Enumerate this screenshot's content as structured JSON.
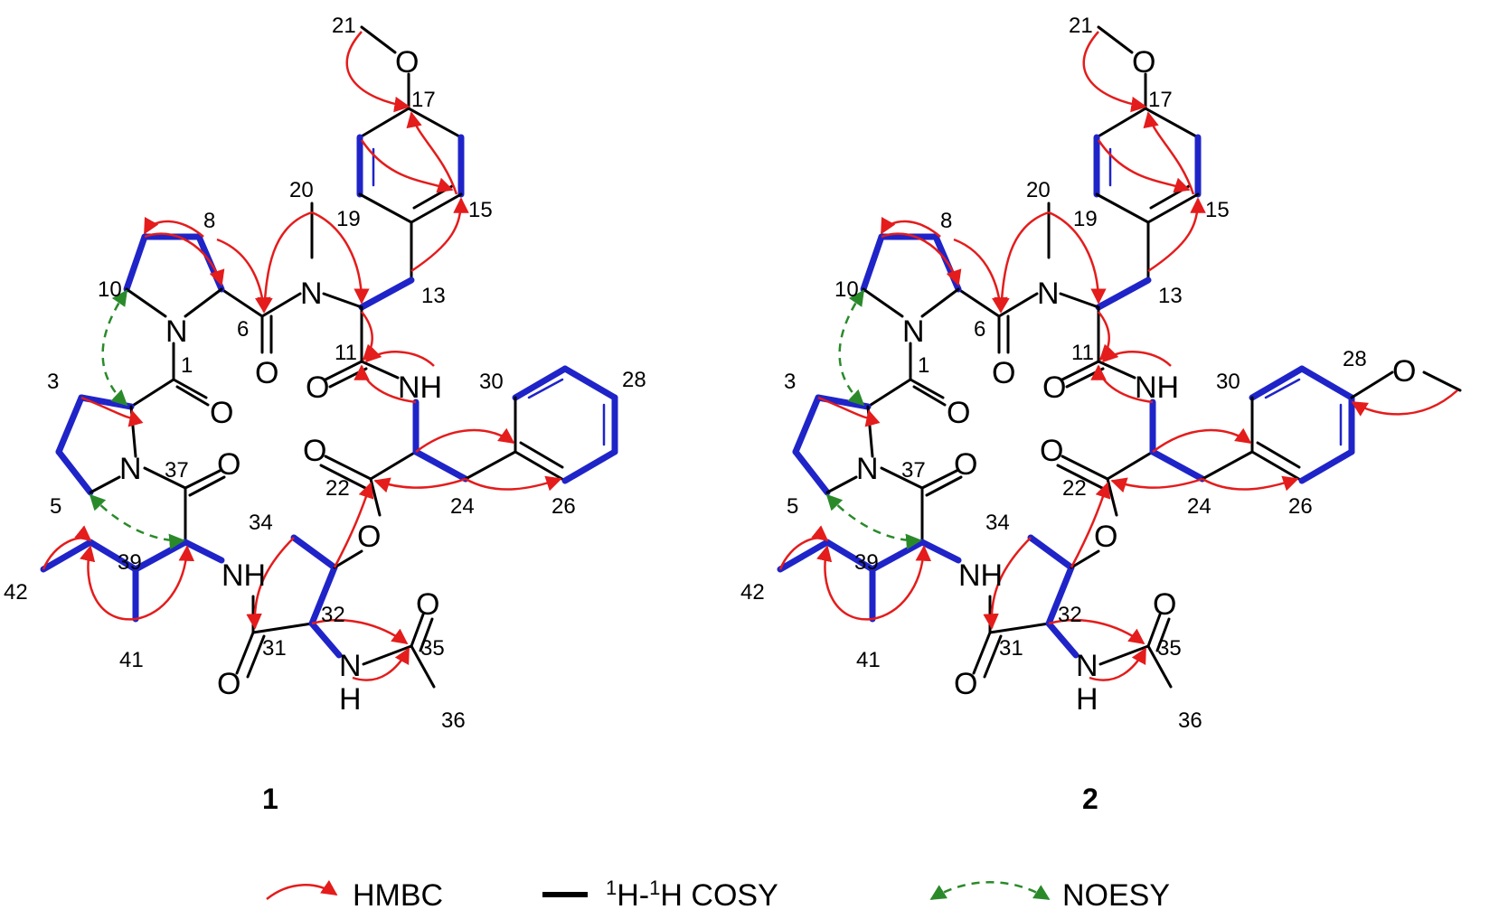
{
  "compounds": [
    {
      "label": "1",
      "atoms": {
        "o_methoxy": "O",
        "n_methyl": "N",
        "n_pro1": "N",
        "o_c6": "O",
        "o_c1": "O",
        "n_pro2": "N",
        "o_c37": "O",
        "nh_c11": "NH",
        "o_c11": "O",
        "o_c22": "O",
        "o_ester": "O",
        "nh_c39": "NH",
        "o_c31": "O",
        "n_c32": "N",
        "h_c32": "H",
        "o_c35": "O"
      },
      "numbers": [
        "21",
        "17",
        "15",
        "19",
        "8",
        "20",
        "10",
        "13",
        "6",
        "1",
        "11",
        "3",
        "30",
        "28",
        "37",
        "22",
        "5",
        "24",
        "26",
        "34",
        "39",
        "42",
        "41",
        "32",
        "31",
        "35",
        "36"
      ]
    },
    {
      "label": "2",
      "atoms": {
        "o_methoxy": "O",
        "n_methyl": "N",
        "n_pro1": "N",
        "o_c6": "O",
        "o_c1": "O",
        "n_pro2": "N",
        "o_c37": "O",
        "nh_c11": "NH",
        "o_c11": "O",
        "o_c22": "O",
        "o_ester": "O",
        "nh_c39": "NH",
        "o_c31": "O",
        "n_c32": "N",
        "h_c32": "H",
        "o_c35": "O",
        "o_methoxy2": "O"
      },
      "numbers": [
        "21",
        "17",
        "15",
        "19",
        "8",
        "20",
        "10",
        "13",
        "6",
        "1",
        "11",
        "3",
        "30",
        "28",
        "37",
        "22",
        "5",
        "24",
        "26",
        "34",
        "39",
        "42",
        "41",
        "32",
        "31",
        "35",
        "36"
      ]
    }
  ],
  "legend": {
    "hmbc": "HMBC",
    "cosy_sup1": "1",
    "cosy_h1": "H-",
    "cosy_sup2": "1",
    "cosy_h2": "H COSY",
    "noesy": "NOESY"
  },
  "colors": {
    "hmbc": "#e41c1c",
    "cosy": "#1f24c8",
    "noesy": "#2a8a2a",
    "bond": "#000000"
  }
}
